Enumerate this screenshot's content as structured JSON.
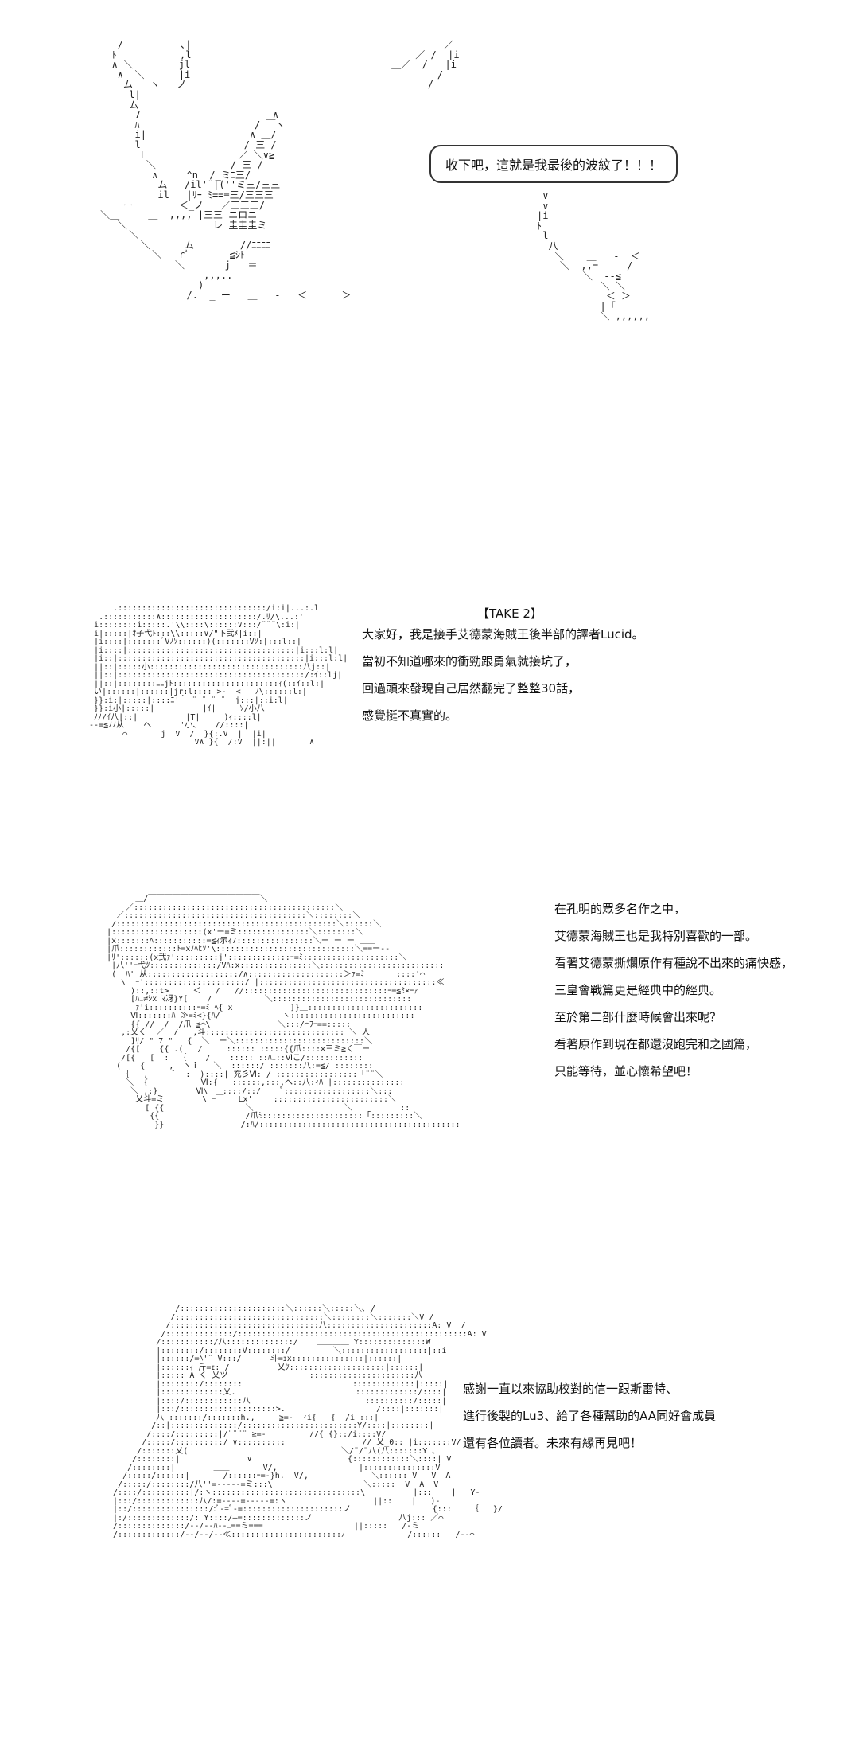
{
  "panel1": {
    "speech": "收下吧，這就是我最後的波紋了！！！"
  },
  "panel2": {
    "take": "【TAKE 2】",
    "lines": [
      "大家好，我是接手艾德蒙海賊王後半部的譯者Lucid。",
      "當初不知道哪來的衝勁跟勇氣就接坑了，",
      "回過頭來發現自己居然翻完了整整30話，",
      "感覺挺不真實的。"
    ]
  },
  "panel3": {
    "lines": [
      "在孔明的眾多名作之中，",
      "艾德蒙海賊王也是我特別喜歡的一部。",
      "看著艾德蒙撕爛原作有種說不出來的痛快感，",
      "三皇會戰篇更是經典中的經典。",
      "至於第二部什麼時候會出來呢？",
      "看著原作到現在都還沒跑完和之國篇，",
      "只能等待，並心懷希望吧！"
    ]
  },
  "panel4": {
    "lines": [
      "感謝一直以來協助校對的信一跟斯雷特、",
      "進行後製的Lu3、給了各種幫助的AA同好會成員",
      "還有各位讀者。未來有緣再見吧！"
    ]
  }
}
